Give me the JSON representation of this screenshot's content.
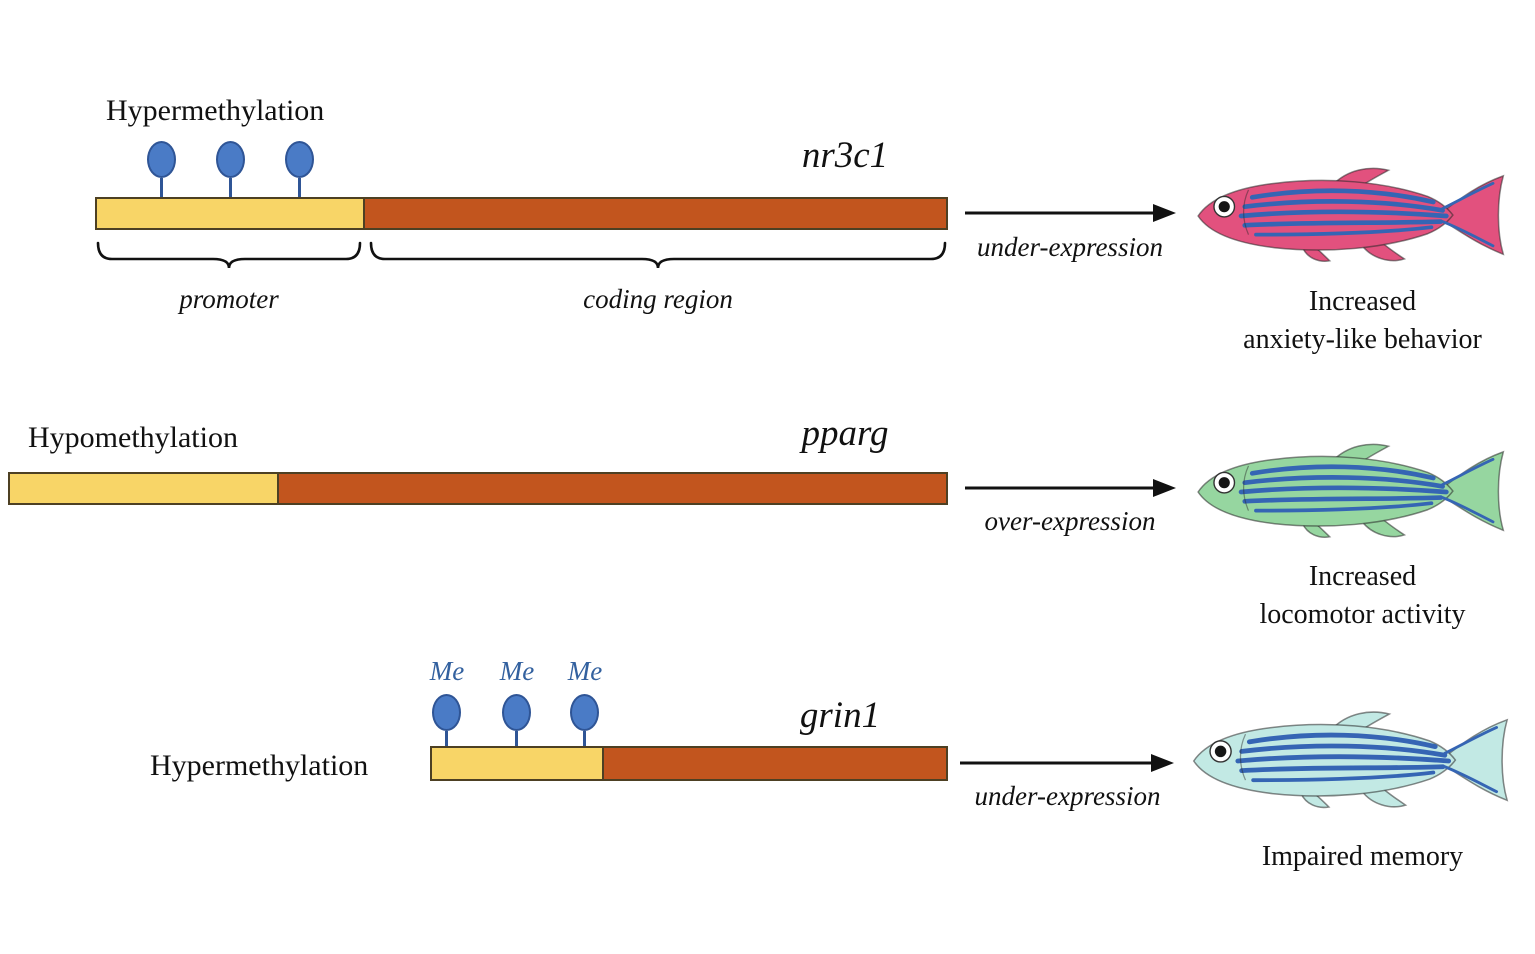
{
  "colors": {
    "promoter": "#f8d567",
    "coding": "#c2551e",
    "bar_border": "#4d4023",
    "lollipop": "#4a7bc6",
    "lollipop_border": "#2f5596",
    "stripe": "#3565b4",
    "me_label": "#33619f"
  },
  "rows": [
    {
      "methylation_label": "Hypermethylation",
      "methyl_marks": 3,
      "gene": "nr3c1",
      "promoter_label": "promoter",
      "coding_label": "coding region",
      "expression": "under-expression",
      "caption_line1": "Increased",
      "caption_line2": "anxiety-like behavior",
      "fish_color": "#e2517e"
    },
    {
      "methylation_label": "Hypomethylation",
      "methyl_marks": 0,
      "gene": "pparg",
      "expression": "over-expression",
      "caption_line1": "Increased",
      "caption_line2": "locomotor activity",
      "fish_color": "#96d6a0"
    },
    {
      "methylation_label": "Hypermethylation",
      "methyl_marks": 3,
      "me_labels": [
        "Me",
        "Me",
        "Me"
      ],
      "gene": "grin1",
      "expression": "under-expression",
      "caption_line1": "Impaired memory",
      "caption_line2": "",
      "fish_color": "#c2e9e4"
    }
  ]
}
